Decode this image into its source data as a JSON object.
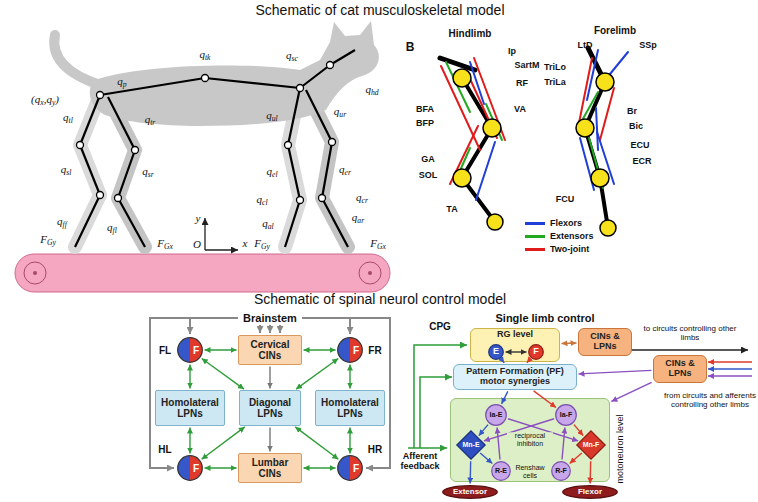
{
  "diagram": {
    "title": "Schematic of cat musculoskeletal model",
    "nodes": [
      {
        "text": [
          "FL",
          "F"
        ]
      },
      {
        "text": [
          "Cervical CINs"
        ]
      },
      {
        "text": [
          "FR",
          "F"
        ]
      },
      {
        "text": [
          "Homolateral LPNs"
        ]
      },
      {
        "text": [
          "Diagonal LPNs"
        ]
      },
      {
        "text": [
          "Homolateral LPNs"
        ]
      },
      {
        "text": [
          "HL",
          "F"
        ]
      },
      {
        "text": [
          "Lumbar CINs"
        ]
      },
      {
        "text": [
          "HR",
          "F"
        ]
      },
      {
        "text": [
          "RG level"
        ]
      },
      {
        "text": [
          "E"
        ],
        "in": 9
      },
      {
        "text": [
          "F"
        ],
        "in": 9
      },
      {
        "text": [
          "CINs & LPNs"
        ]
      },
      {
        "text": [
          "Pattern Formation (PF) motor synergies"
        ]
      },
      {
        "text": [
          "CINs & LPNs"
        ]
      },
      {
        "text": [
          "motoneuron level"
        ]
      },
      {
        "text": [
          "Ia-E"
        ],
        "in": 15
      },
      {
        "text": [
          "Ia-F"
        ],
        "in": 15
      },
      {
        "text": [
          "Mn-E"
        ],
        "in": 15
      },
      {
        "text": [
          "Mn-F"
        ],
        "in": 15
      },
      {
        "text": [
          "R-E"
        ],
        "in": 15
      },
      {
        "text": [
          "R-F"
        ],
        "in": 15
      },
      {
        "text": [
          "Extensor"
        ]
      },
      {
        "text": [
          "Flexor"
        ]
      }
    ],
    "edges": [
      {
        "from": 0,
        "to": 1,
        "arrow": "both"
      },
      {
        "from": 2,
        "to": 1,
        "arrow": "both"
      },
      {
        "from": 0,
        "to": 3,
        "arrow": "both"
      },
      {
        "from": 6,
        "to": 3,
        "arrow": "both"
      },
      {
        "from": 2,
        "to": 5,
        "arrow": "both"
      },
      {
        "from": 8,
        "to": 5,
        "arrow": "both"
      },
      {
        "from": 0,
        "to": 4,
        "arrow": "both"
      },
      {
        "from": 2,
        "to": 4,
        "arrow": "both"
      },
      {
        "from": 6,
        "to": 4,
        "arrow": "both"
      },
      {
        "from": 8,
        "to": 4,
        "arrow": "both"
      },
      {
        "from": 6,
        "to": 7,
        "arrow": "both"
      },
      {
        "from": 8,
        "to": 7,
        "arrow": "both"
      },
      {
        "from": 1,
        "to": 4,
        "arrow": "to"
      },
      {
        "from": 4,
        "to": 7,
        "arrow": "to"
      },
      {
        "from": 10,
        "to": 11,
        "arrow": "both"
      },
      {
        "from": 10,
        "to": 13,
        "arrow": "to"
      },
      {
        "from": 11,
        "to": 13,
        "arrow": "to"
      },
      {
        "from": 12,
        "to": 9,
        "arrow": "both"
      },
      {
        "from": 14,
        "to": 13,
        "arrow": "to"
      },
      {
        "from": 14,
        "to": 15,
        "arrow": "to"
      },
      {
        "from": 13,
        "to": 16,
        "arrow": "to"
      },
      {
        "from": 13,
        "to": 17,
        "arrow": "to"
      },
      {
        "from": 16,
        "to": 18,
        "arrow": "to"
      },
      {
        "from": 17,
        "to": 19,
        "arrow": "to"
      },
      {
        "from": 16,
        "to": 19,
        "arrow": "to"
      },
      {
        "from": 17,
        "to": 18,
        "arrow": "to"
      },
      {
        "from": 18,
        "to": 20,
        "arrow": "to"
      },
      {
        "from": 19,
        "to": 21,
        "arrow": "to"
      },
      {
        "from": 20,
        "to": 16,
        "arrow": "to"
      },
      {
        "from": 21,
        "to": 17,
        "arrow": "to"
      },
      {
        "from": 18,
        "to": 22,
        "arrow": "to"
      },
      {
        "from": 19,
        "to": 23,
        "arrow": "to"
      }
    ],
    "labels": [
      "(qx,qy)",
      "qtk",
      "qp",
      "qtl",
      "qtr",
      "qsc",
      "qhd",
      "qul",
      "qur",
      "qsl",
      "qsr",
      "qel",
      "qer",
      "qal",
      "qar",
      "qcl",
      "qcr",
      "qff",
      "qfl",
      "FGy",
      "FGx",
      "FGy",
      "FGx",
      "y",
      "x",
      "O",
      "B",
      "Hindlimb",
      "Forelimb",
      "Ip",
      "SartM",
      "RF",
      "VA",
      "BFA",
      "BFP",
      "GA",
      "SOL",
      "TA",
      "LtD",
      "SSp",
      "TriLo",
      "TriLa",
      "Br",
      "Bic",
      "ECU",
      "ECR",
      "FCU",
      "Schematic of spinal neurol control model",
      "Brainstem",
      "Single limb control",
      "CPG",
      "to circuits controlling other limbs",
      "from circuits and afferents controlling other limbs",
      "reciprocal inhibiton",
      "Renshaw cells",
      "Afferent feedback"
    ],
    "legend": [
      {
        "text": "Flexors",
        "color": "#1f3fd6"
      },
      {
        "text": "Extensors",
        "color": "#22a822"
      },
      {
        "text": "Two-joint",
        "color": "#e01b1b"
      }
    ]
  }
}
